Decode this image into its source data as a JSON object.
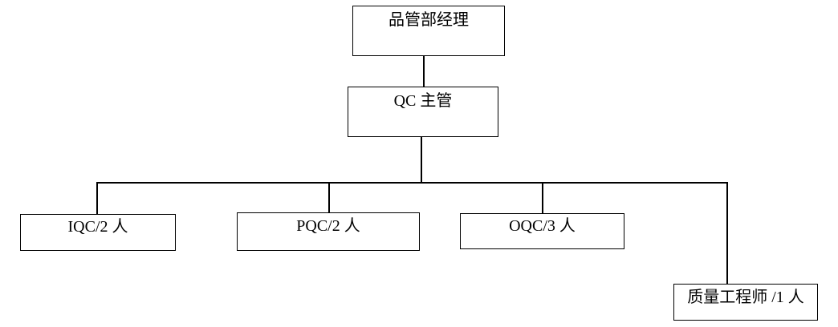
{
  "colors": {
    "background": "#ffffff",
    "box_border": "#000000",
    "connector_line": "#000000",
    "text": "#000000"
  },
  "org_chart": {
    "nodes": {
      "manager": {
        "label": "品管部经理"
      },
      "qc_supervisor": {
        "label": "QC 主管"
      },
      "iqc": {
        "label": "IQC/2 人"
      },
      "pqc": {
        "label": "PQC/2 人"
      },
      "oqc": {
        "label": "OQC/3 人"
      },
      "quality_engineer": {
        "label": "质量工程师 /1 人"
      }
    },
    "edges": [
      {
        "from": "manager",
        "to": "qc_supervisor"
      },
      {
        "from": "qc_supervisor",
        "to": "iqc"
      },
      {
        "from": "qc_supervisor",
        "to": "pqc"
      },
      {
        "from": "qc_supervisor",
        "to": "oqc"
      },
      {
        "from": "qc_supervisor",
        "to": "quality_engineer"
      }
    ]
  }
}
